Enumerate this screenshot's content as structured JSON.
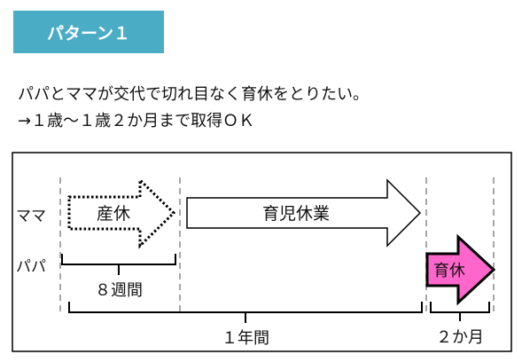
{
  "header": {
    "pattern_label": "パターン１"
  },
  "description": {
    "line1": "パパとママが交代で切れ目なく育休をとりたい。",
    "line2": "→１歳～１歳２か月まで取得ＯＫ"
  },
  "diagram": {
    "rows": {
      "mama": "ママ",
      "papa": "パパ"
    },
    "arrows": {
      "maternity_leave": "産休",
      "childcare_leave_mama": "育児休業",
      "childcare_leave_papa": "育休"
    },
    "spans": {
      "eight_weeks": "８週間",
      "one_year": "１年間",
      "two_months": "２か月"
    }
  },
  "colors": {
    "pattern_label_bg": "#4bacc6",
    "papa_arrow_fill": "#ff66cc",
    "outline": "#000000",
    "guide_line": "#a6a6a6"
  }
}
